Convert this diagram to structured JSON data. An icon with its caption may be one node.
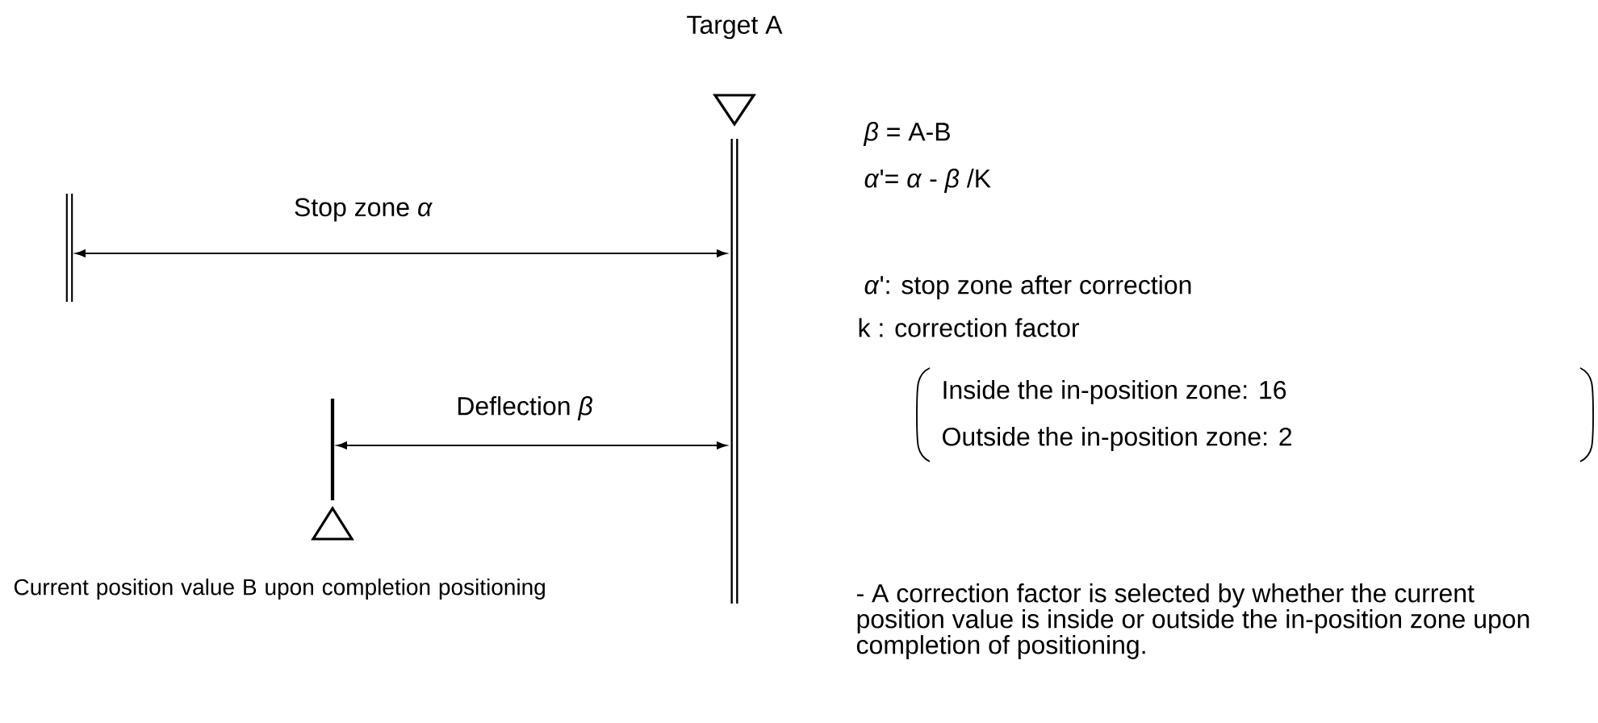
{
  "diagram": {
    "labels": [
      "Target A",
      "*β* = A-B",
      "*α*'=  *α* - *β* /K",
      "Stop zone  *α*",
      "*α*': stop zone after correction",
      "k : correction factor",
      "Inside the in-position zone: 16",
      "Outside the in-position zone: 2",
      "Deflection  *β*",
      "Current position value B upon completion positioning",
      "- A correction factor is selected by whether the current position value is inside or outside the in-position zone upon completion of positioning."
    ]
  }
}
